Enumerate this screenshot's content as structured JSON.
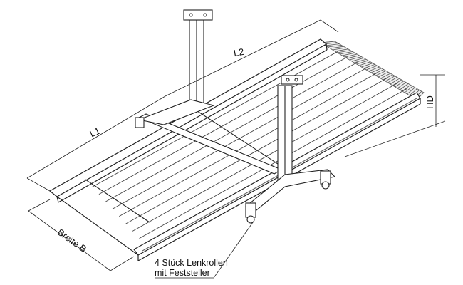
{
  "dimensions": {
    "length_2": "L2",
    "length_1": "L1",
    "height": "HD",
    "width": "Breite B"
  },
  "note": {
    "line1": "4 Stück Lenkrollen",
    "line2": "mit Feststeller"
  }
}
